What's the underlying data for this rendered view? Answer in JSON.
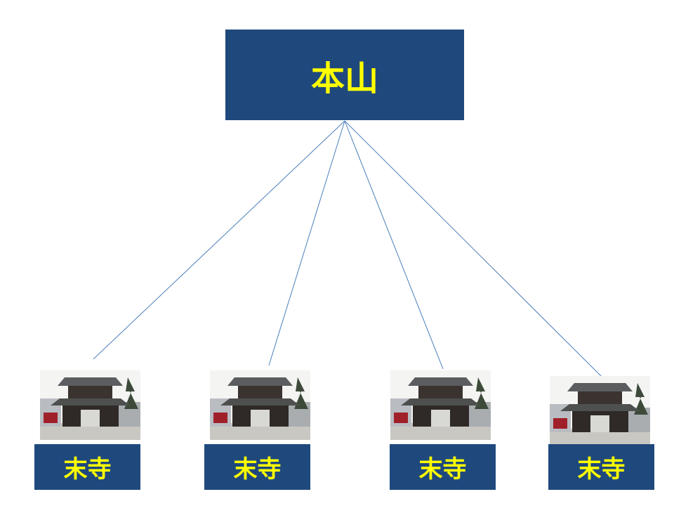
{
  "root": {
    "label": "本山"
  },
  "children": [
    {
      "label": "末寺",
      "image": "temple-gate-photo"
    },
    {
      "label": "末寺",
      "image": "temple-gate-photo"
    },
    {
      "label": "末寺",
      "image": "temple-gate-photo"
    },
    {
      "label": "末寺",
      "image": "temple-gate-photo"
    }
  ],
  "colors": {
    "box": "#1f497d",
    "text": "#ffff00",
    "line": "#4a7ebb"
  }
}
